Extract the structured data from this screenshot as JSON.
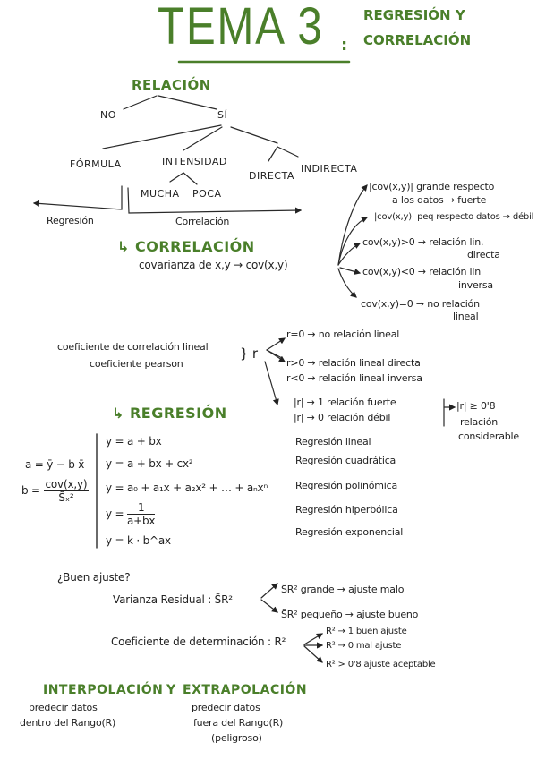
{
  "header": {
    "title": "TEMA 3",
    "colon": ":",
    "subtitle_line1": "REGRESIÓN Y",
    "subtitle_line2": "CORRELACIÓN"
  },
  "tree": {
    "root": "RELACIÓN",
    "no": "NO",
    "si": "SÍ",
    "formula": "FÓRMULA",
    "intensidad": "INTENSIDAD",
    "mucha": "MUCHA",
    "poca": "POCA",
    "directa": "DIRECTA",
    "indirecta": "INDIRECTA",
    "regresion_label": "Regresión",
    "correlacion_label": "Correlación"
  },
  "correlacion": {
    "heading": "CORRELACIÓN",
    "covarianza": "covarianza de x,y  →  cov(x,y)",
    "branches": [
      {
        "line1": "|cov(x,y)| grande respecto",
        "line2": "a los datos → fuerte"
      },
      {
        "line1": "|cov(x,y)| peq respecto datos → débil",
        "line2": ""
      },
      {
        "line1": "cov(x,y)>0 → relación lin.",
        "line2": "directa"
      },
      {
        "line1": "cov(x,y)<0 → relación lin",
        "line2": "inversa"
      },
      {
        "line1": "cov(x,y)=0 → no relación",
        "line2": "lineal"
      }
    ]
  },
  "pearson": {
    "line1": "coeficiente de correlación lineal",
    "line2": "coeficiente pearson",
    "symbol": "} r",
    "branches": [
      "r=0 → no relación lineal",
      "r>0 → relación lineal directa",
      "r<0 → relación lineal inversa",
      "|r| → 1 relación fuerte",
      "|r| → 0 relación débil"
    ],
    "side_note_line1": "|r| ≥ 0'8",
    "side_note_line2": "relación",
    "side_note_line3": "considerable"
  },
  "regresion": {
    "heading": "REGRESIÓN",
    "a_formula": "a = ȳ − b x̄",
    "b_label": "b =",
    "b_num": "cov(x,y)",
    "b_den": "S̃ₓ²",
    "models": [
      {
        "formula": "y = a + bx",
        "name": "Regresión lineal"
      },
      {
        "formula": "y = a + bx + cx²",
        "name": "Regresión cuadrática"
      },
      {
        "formula": "y = a₀ + a₁x + a₂x² + … + aₙxⁿ",
        "name": "Regresión polinómica"
      },
      {
        "formula": "y = 1 / (a + bx)",
        "name": "Regresión hiperbólica"
      },
      {
        "formula": "y = k · b^ax",
        "name": "Regresión exponencial"
      }
    ],
    "hyper_num": "1",
    "hyper_den": "a+bx",
    "hyper_prefix": "y ="
  },
  "ajuste": {
    "question": "¿Buen ajuste?",
    "varianza_label": "Varianza Residual : S̃R²",
    "varianza_branches": [
      "S̃R² grande → ajuste malo",
      "S̃R² pequeño → ajuste bueno"
    ],
    "determinacion_label": "Coeficiente de determinación : R²",
    "determinacion_branches": [
      "R² → 1 buen ajuste",
      "R² → 0 mal ajuste",
      "R² > 0'8 ajuste aceptable"
    ]
  },
  "interpolacion": {
    "heading_left": "INTERPOLACIÓN",
    "heading_y": "Y",
    "heading_right": "EXTRAPOLACIÓN",
    "left_line1": "predecir datos",
    "left_line2": "dentro del Rango(R)",
    "right_line1": "predecir datos",
    "right_line2": "fuera del Rango(R)",
    "right_line3": "(peligroso)"
  },
  "colors": {
    "accent_green": "#4a7f2a",
    "ink": "#222222"
  }
}
